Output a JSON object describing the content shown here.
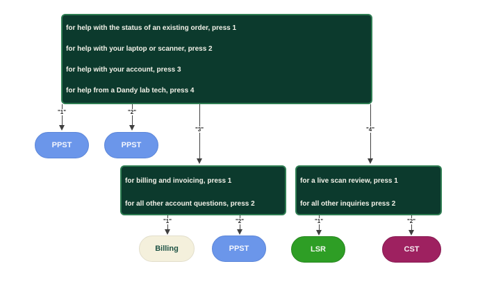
{
  "palette": {
    "menu_box_bg": "#0c3a2d",
    "menu_box_border": "#2e7d52",
    "menu_box_text": "#f2f1e8",
    "blue_node": "#6b96ea",
    "cream_node": "#f4f0dc",
    "green_node": "#2e9e25",
    "maroon_node": "#9e2160",
    "connector": "#3f3f3f",
    "background": "#ffffff"
  },
  "boxes": {
    "main_menu": {
      "lines": [
        "for help with the status of an existing order, press 1",
        "for help with your laptop or scanner, press 2",
        "for help with your account, press 3",
        "for help from a Dandy lab tech, press 4"
      ]
    },
    "account_menu": {
      "lines": [
        "for billing and invoicing, press 1",
        "for all other account questions, press 2"
      ]
    },
    "lab_tech_menu": {
      "lines": [
        "for a live scan review, press 1",
        "for all other inquiries press 2"
      ]
    }
  },
  "edges": {
    "main_1": {
      "label": "\"1\""
    },
    "main_2": {
      "label": "\"2\""
    },
    "main_3": {
      "label": "\"3\""
    },
    "main_4": {
      "label": "\"4\""
    },
    "account_1": {
      "label": "\"1\""
    },
    "account_2": {
      "label": "\"2\""
    },
    "lab_1": {
      "label": "\"1\""
    },
    "lab_2": {
      "label": "\"2\""
    }
  },
  "nodes": {
    "ppst_1": {
      "label": "PPST"
    },
    "ppst_2": {
      "label": "PPST"
    },
    "billing": {
      "label": "Billing"
    },
    "ppst_3": {
      "label": "PPST"
    },
    "lsr": {
      "label": "LSR"
    },
    "cst": {
      "label": "CST"
    }
  }
}
